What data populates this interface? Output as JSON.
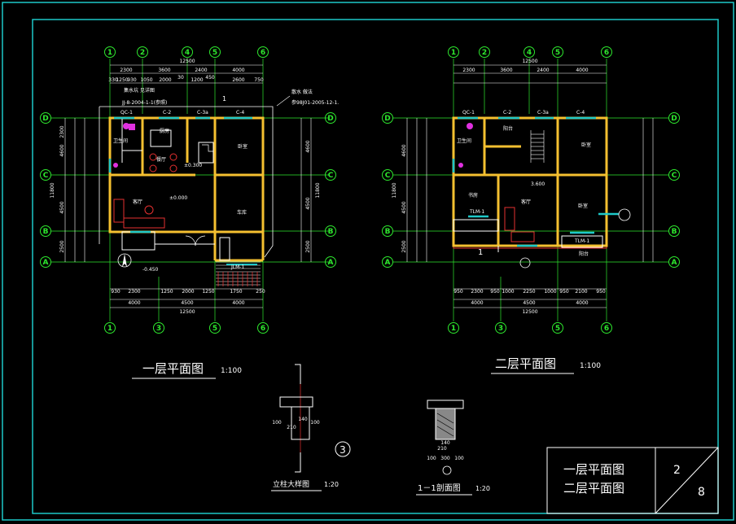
{
  "drawing": {
    "title_first": "一层平面图",
    "title_second": "二层平面图",
    "scale_plan": "1:100",
    "column_detail_title": "立柱大样图",
    "column_detail_scale": "1:20",
    "section_title": "1－1剖面图",
    "section_scale": "1:20",
    "detail_marker": "3",
    "section_marker": "1"
  },
  "title_block": {
    "line1": "一层平面图",
    "line2": "二层平面图",
    "sheet_no": "2",
    "sheet_total": "8"
  },
  "axes": {
    "top": [
      "1",
      "2",
      "4",
      "5",
      "6"
    ],
    "bottom": [
      "1",
      "3",
      "5",
      "6"
    ],
    "side": [
      "D",
      "C",
      "B",
      "A"
    ]
  },
  "dims_first": {
    "overall": "12500",
    "top_spans": [
      "2300",
      "3600",
      "2400",
      "4000"
    ],
    "top_detail": [
      "330",
      "1250",
      "930",
      "1050",
      "2000",
      "30",
      "1200",
      "450",
      "2600",
      "750"
    ],
    "bottom_detail": [
      "930",
      "2300",
      "1250",
      "2000",
      "1250",
      "1750",
      "250"
    ],
    "bottom_spans": [
      "4000",
      "4500",
      "4000"
    ],
    "left_dims": [
      "2300",
      "4600",
      "4500",
      "11800",
      "2500"
    ],
    "right_dims": [
      "4600",
      "11800",
      "4500",
      "2500"
    ]
  },
  "rooms_first": {
    "kitchen": "厨房",
    "dining": "餐厅",
    "living": "客厅",
    "bedroom": "卧室",
    "garage": "车库",
    "wc": "卫生间",
    "elev_1": "±0.300",
    "elev_2": "±0.000",
    "elev_3": "-0.450",
    "note": "集水坑 见详图",
    "note2": "JJ-8-2004-1-1(参照)",
    "note3": "散水 做法",
    "note4": "参98J01-2005-12-1.",
    "door_label": "JLM-1",
    "win_labels": [
      "QC-1",
      "C-2",
      "C-3a",
      "C-4"
    ]
  },
  "rooms_second": {
    "bedroom_a": "卧室",
    "bedroom_b": "卧室",
    "study": "书房",
    "living": "客厅",
    "wc": "卫生间",
    "balcony_a": "阳台",
    "balcony_b": "阳台",
    "elev": "3.600",
    "tlm_a": "TLM-1",
    "tlm_b": "TLM-1",
    "win_labels": [
      "QC-1",
      "C-2",
      "C-3a",
      "C-4"
    ]
  },
  "dims_second": {
    "overall": "12500",
    "top_spans": [
      "2300",
      "3600",
      "2400",
      "4000"
    ],
    "bottom_detail": [
      "950",
      "2300",
      "950",
      "1000",
      "2250",
      "1000",
      "950",
      "2100",
      "950"
    ],
    "bottom_spans": [
      "4000",
      "4500",
      "4000"
    ],
    "left_dims": [
      "4600",
      "11800",
      "4500",
      "2500"
    ]
  },
  "column_dims": [
    "100",
    "210",
    "140",
    "100"
  ],
  "section_dims": [
    "140",
    "210",
    "100",
    "300",
    "100"
  ]
}
